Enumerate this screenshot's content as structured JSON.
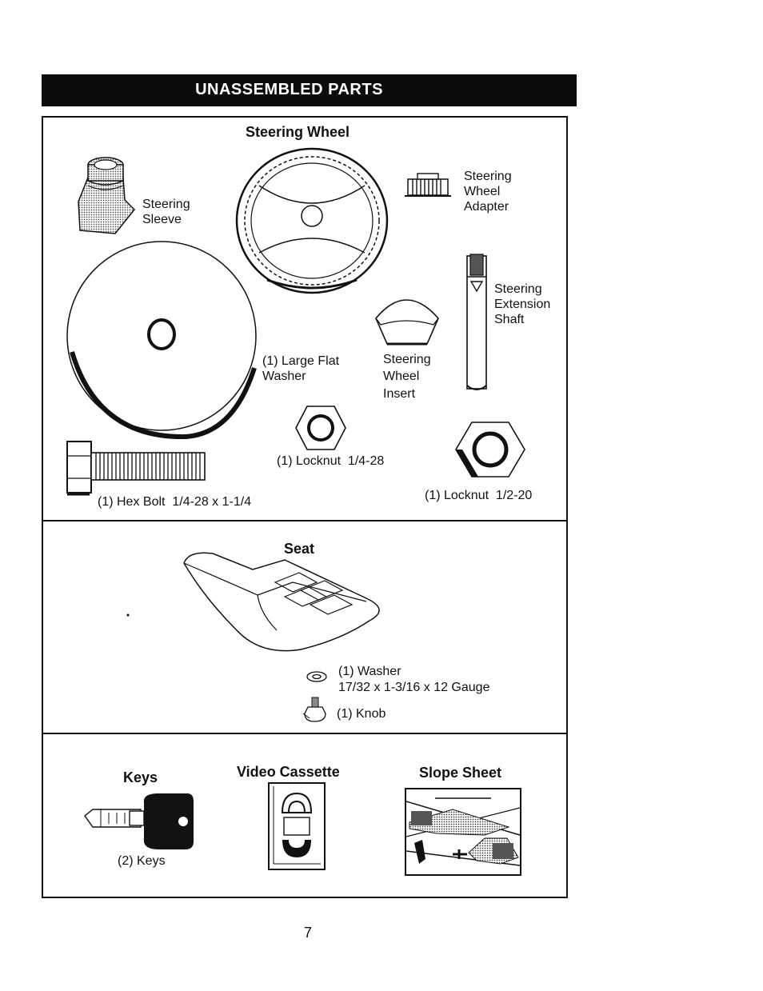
{
  "title": "UNASSEMBLED PARTS",
  "steering_section": {
    "heading": "Steering Wheel",
    "steering_sleeve": [
      "Steering",
      "Sleeve"
    ],
    "steering_wheel_adapter": [
      "Steering",
      "Wheel",
      "Adapter"
    ],
    "steering_extension_shaft": [
      "Steering",
      "Extension",
      "Shaft"
    ],
    "large_flat_washer": [
      "(1) Large Flat",
      "Washer"
    ],
    "steering_wheel_insert": [
      "Steering",
      "Wheel",
      "Insert"
    ],
    "locknut_small": "(1) Locknut  1/4-28",
    "hex_bolt": "(1) Hex Bolt  1/4-28 x 1-1/4",
    "locknut_large": "(1) Locknut  1/2-20"
  },
  "seat_section": {
    "heading": "Seat",
    "washer": [
      "(1) Washer",
      "17/32 x 1-3/16 x 12 Gauge"
    ],
    "knob": "(1) Knob"
  },
  "bottom_section": {
    "keys_heading": "Keys",
    "keys_label": "(2) Keys",
    "video_heading": "Video Cassette",
    "slope_heading": "Slope Sheet"
  },
  "page_number": "7"
}
